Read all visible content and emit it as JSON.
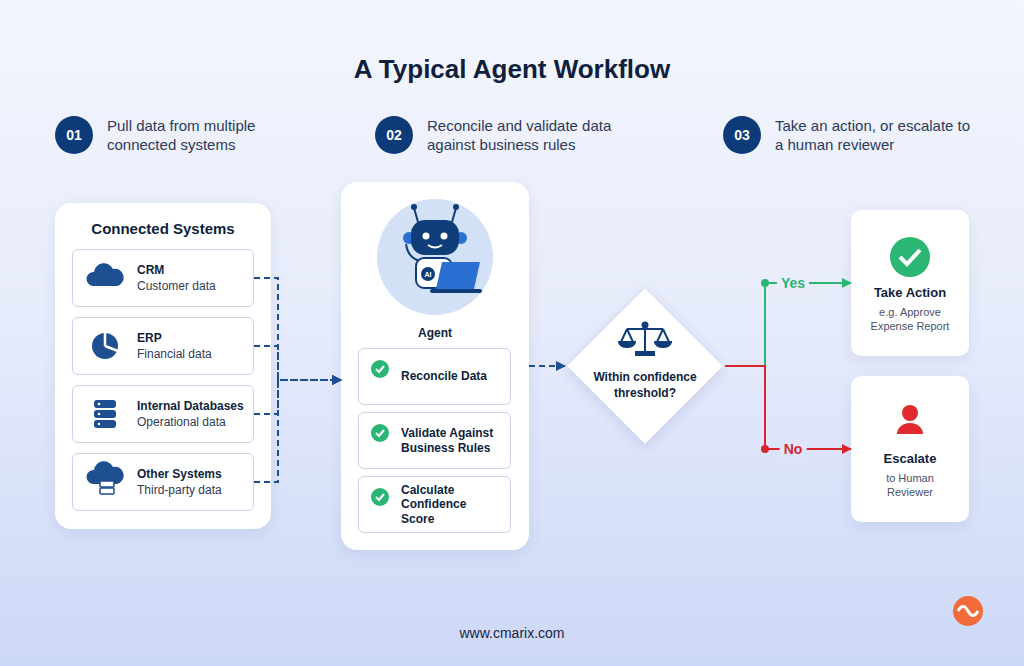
{
  "diagram": {
    "title": "A Typical Agent Workflow",
    "nodes": [
      {
        "text": [
          "Connected Systems"
        ]
      },
      {
        "text": [
          "CRM",
          "Customer data"
        ],
        "in": 0
      },
      {
        "text": [
          "ERP",
          "Financial data"
        ],
        "in": 0
      },
      {
        "text": [
          "Internal Databases",
          "Operational data"
        ],
        "in": 0
      },
      {
        "text": [
          "Other Systems",
          "Third-party data"
        ],
        "in": 0
      },
      {
        "text": [
          "Agent"
        ]
      },
      {
        "text": [
          "Reconcile Data"
        ],
        "in": 5
      },
      {
        "text": [
          "Validate Against Business Rules"
        ],
        "in": 5
      },
      {
        "text": [
          "Calculate Confidence Score"
        ],
        "in": 5
      },
      {
        "text": [
          "Within confidence threshold?"
        ]
      },
      {
        "text": [
          "Take Action",
          "e.g. Approve Expense Report"
        ]
      },
      {
        "text": [
          "Escalate",
          "to Human Reviewer"
        ]
      }
    ],
    "edges": [
      {
        "from": 1,
        "to": 5,
        "arrow": "to"
      },
      {
        "from": 2,
        "to": 5,
        "arrow": "to"
      },
      {
        "from": 3,
        "to": 5,
        "arrow": "to"
      },
      {
        "from": 4,
        "to": 5,
        "arrow": "to"
      },
      {
        "from": 5,
        "to": 9,
        "arrow": "to"
      },
      {
        "from": 9,
        "to": 10,
        "label": "Yes",
        "arrow": "to"
      },
      {
        "from": 9,
        "to": 11,
        "label": "No",
        "arrow": "to"
      }
    ],
    "labels": [
      "01",
      "Pull data from multiple connected systems",
      "02",
      "Reconcile and validate data against business rules",
      "03",
      "Take an action, or escalate to a human reviewer",
      "AI",
      "www.cmarix.com"
    ]
  }
}
